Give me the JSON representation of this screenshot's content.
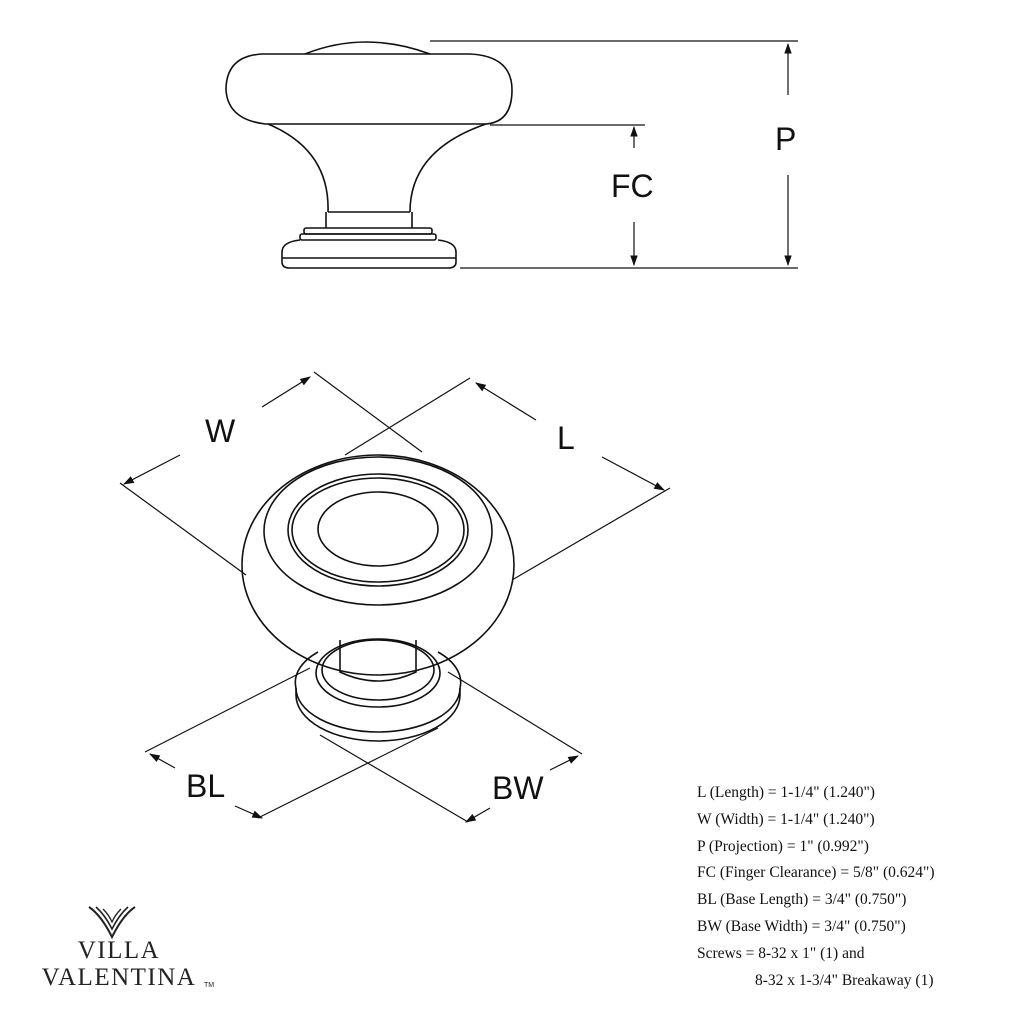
{
  "dimension_labels": {
    "p": "P",
    "fc": "FC",
    "w": "W",
    "l": "L",
    "bl": "BL",
    "bw": "BW"
  },
  "specs": [
    "L (Length) = 1-1/4\" (1.240\")",
    "W (Width) = 1-1/4\" (1.240\")",
    "P (Projection) = 1\" (0.992\")",
    "FC (Finger Clearance) = 5/8\" (0.624\")",
    "BL (Base Length) = 3/4\" (0.750\")",
    "BW (Base Width) = 3/4\" (0.750\")",
    "Screws = 8-32 x 1\" (1) and",
    "8-32 x 1-3/4\" Breakaway (1)"
  ],
  "logo": {
    "line1": "VILLA",
    "line2": "VALENTINA",
    "trademark": "TM"
  },
  "colors": {
    "line": "#111111",
    "logo": "#222222"
  }
}
